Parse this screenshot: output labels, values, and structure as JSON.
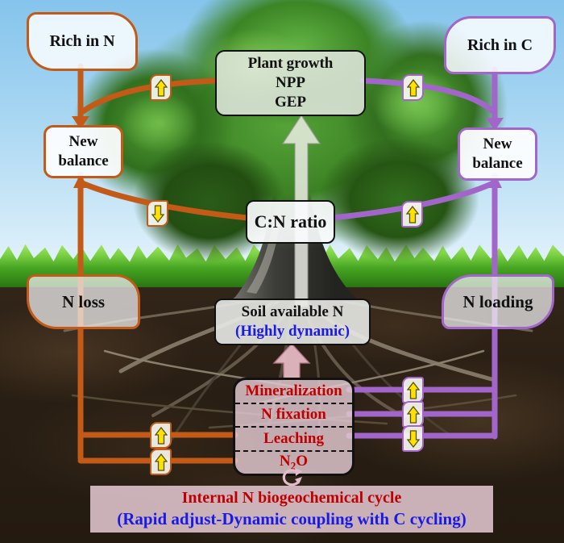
{
  "colors": {
    "n_side_orange": "#C35A17",
    "c_side_purple": "#A266CB",
    "highlight_red": "#C00000",
    "highlight_blue": "#1A1AE6",
    "badge_yellow": "#FFE200"
  },
  "boxes": {
    "rich_in_n": "Rich in N",
    "rich_in_c": "Rich in C",
    "plant_growth": {
      "line1": "Plant growth",
      "line2": "NPP",
      "line3": "GEP"
    },
    "new_balance_left": {
      "line1": "New",
      "line2": "balance"
    },
    "new_balance_right": {
      "line1": "New",
      "line2": "balance"
    },
    "cn_ratio": "C:N ratio",
    "n_loss": "N loss",
    "n_loading": "N loading",
    "soil_available_n": {
      "title": "Soil available N",
      "subtitle": "(Highly dynamic)"
    },
    "processes": {
      "row1": "Mineralization",
      "row2": "N fixation",
      "row3": "Leaching",
      "n2o_base": "N",
      "n2o_sub": "2",
      "n2o_rest": "O"
    }
  },
  "banner": {
    "line1": "Internal N biogeochemical cycle",
    "line2": "(Rapid adjust-Dynamic coupling with C cycling)"
  }
}
